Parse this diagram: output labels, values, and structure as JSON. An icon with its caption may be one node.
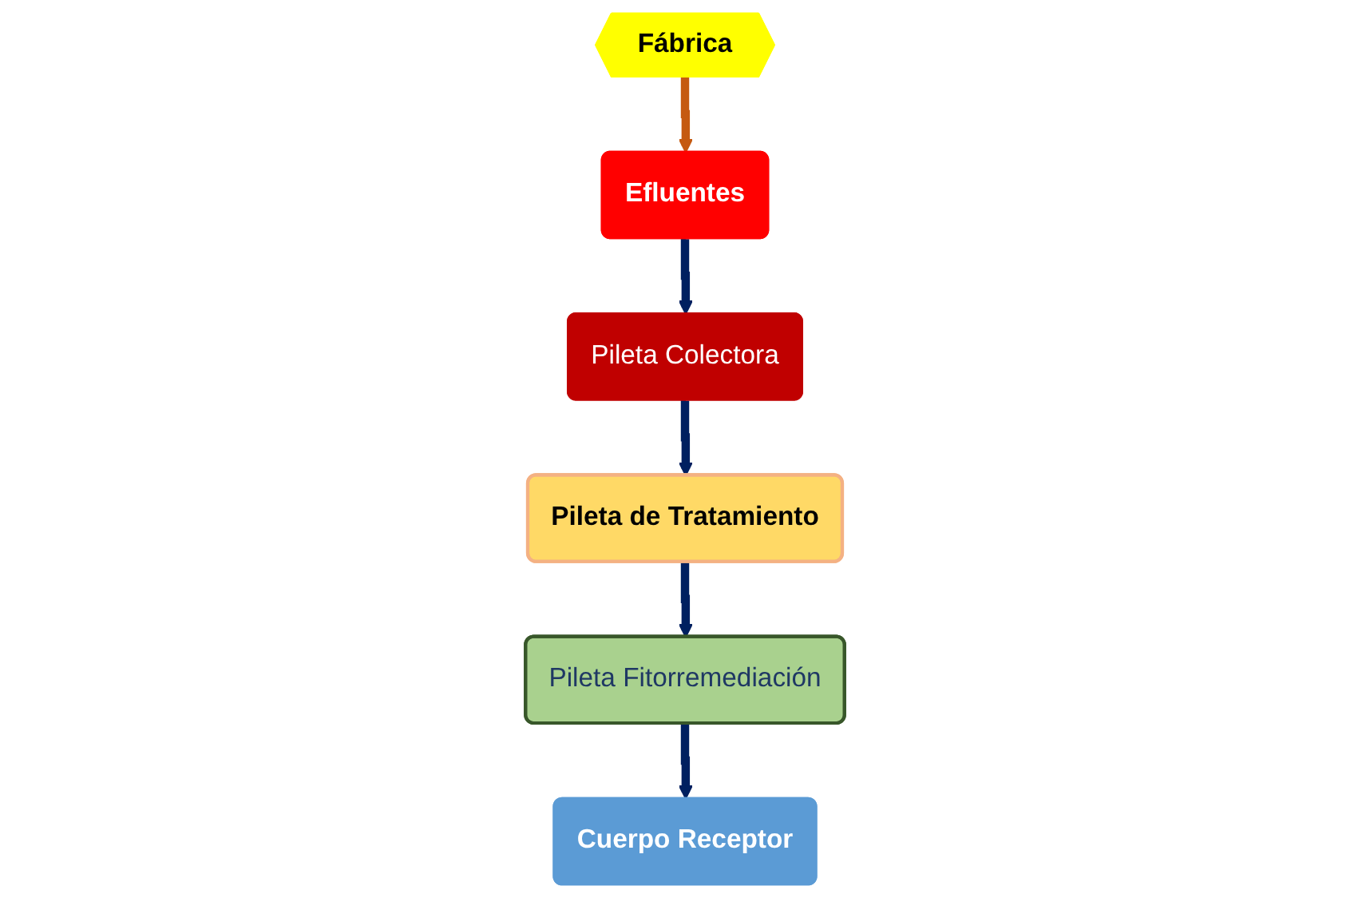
{
  "diagram": {
    "nodes": [
      {
        "text": [
          "Efluentes"
        ]
      },
      {
        "text": [
          "Fábrica"
        ]
      },
      {
        "text": [
          "Pileta Colectora"
        ]
      },
      {
        "text": [
          "Pileta de Tratamiento"
        ]
      },
      {
        "text": [
          "Pileta Fitorremediación"
        ]
      },
      {
        "text": [
          "Cuerpo Receptor"
        ]
      }
    ],
    "edges": [
      {
        "from": 1,
        "to": 0,
        "arrow": "to",
        "color": "#c55a11"
      },
      {
        "from": 0,
        "to": 2,
        "arrow": "to"
      },
      {
        "from": 2,
        "to": 3,
        "arrow": "to"
      },
      {
        "from": 3,
        "to": 4,
        "arrow": "to"
      },
      {
        "from": 4,
        "to": 5,
        "arrow": "to"
      }
    ]
  }
}
